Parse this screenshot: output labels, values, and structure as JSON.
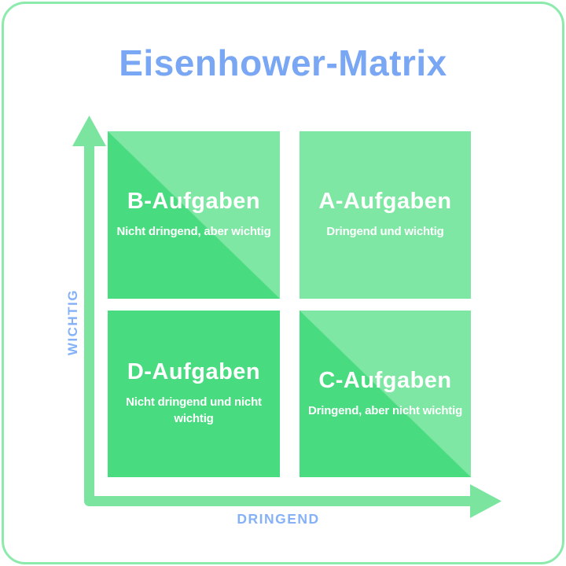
{
  "page": {
    "title": "Eisenhower-Matrix"
  },
  "axes": {
    "y_label": "WICHTIG",
    "x_label": "DRINGEND"
  },
  "quadrants": [
    {
      "id": "B",
      "position": "top-left",
      "title": "B-Aufgaben",
      "subtitle": "Nicht dringend, aber wichtig",
      "fill": "diagonal-split dark-lower-left / light-upper-right"
    },
    {
      "id": "A",
      "position": "top-right",
      "title": "A-Aufgaben",
      "subtitle": "Dringend und wichtig",
      "fill": "light-green"
    },
    {
      "id": "D",
      "position": "bottom-left",
      "title": "D-Aufgaben",
      "subtitle": "Nicht dringend und nicht\nwichtig",
      "fill": "dark-green"
    },
    {
      "id": "C",
      "position": "bottom-right",
      "title": "C-Aufgaben",
      "subtitle": "Dringend, aber nicht wichtig",
      "fill": "diagonal-split dark-lower-left / light-upper-right"
    }
  ],
  "colors": {
    "g_dark": "#48db80",
    "g_light": "#7ee7a3",
    "arrow_green": "#7be5a0",
    "border_green": "#8cebac",
    "title_blue": "#7aa7f3",
    "label_blue": "#85b1f6",
    "text_white": "#ffffff"
  }
}
